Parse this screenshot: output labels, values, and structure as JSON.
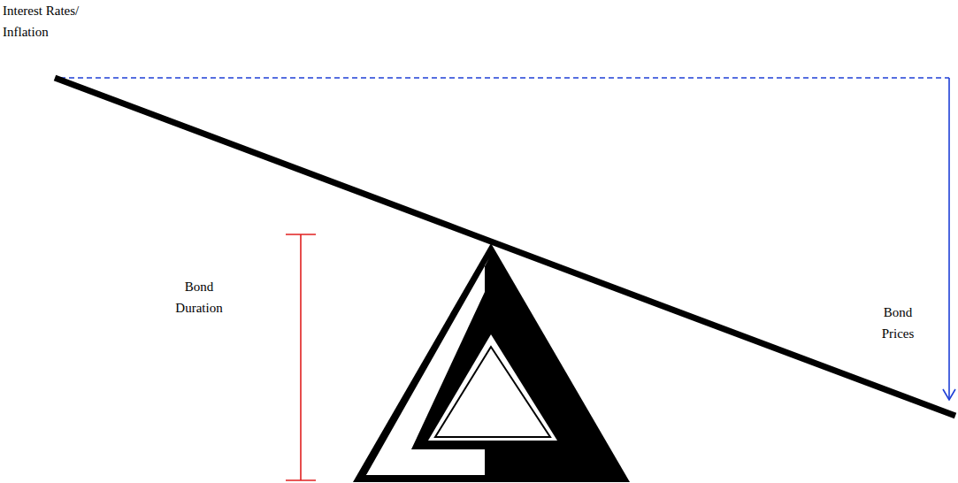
{
  "diagram": {
    "labels": [
      "Interest Rates/ Inflation",
      "Bond Duration",
      "Bond Prices"
    ]
  }
}
